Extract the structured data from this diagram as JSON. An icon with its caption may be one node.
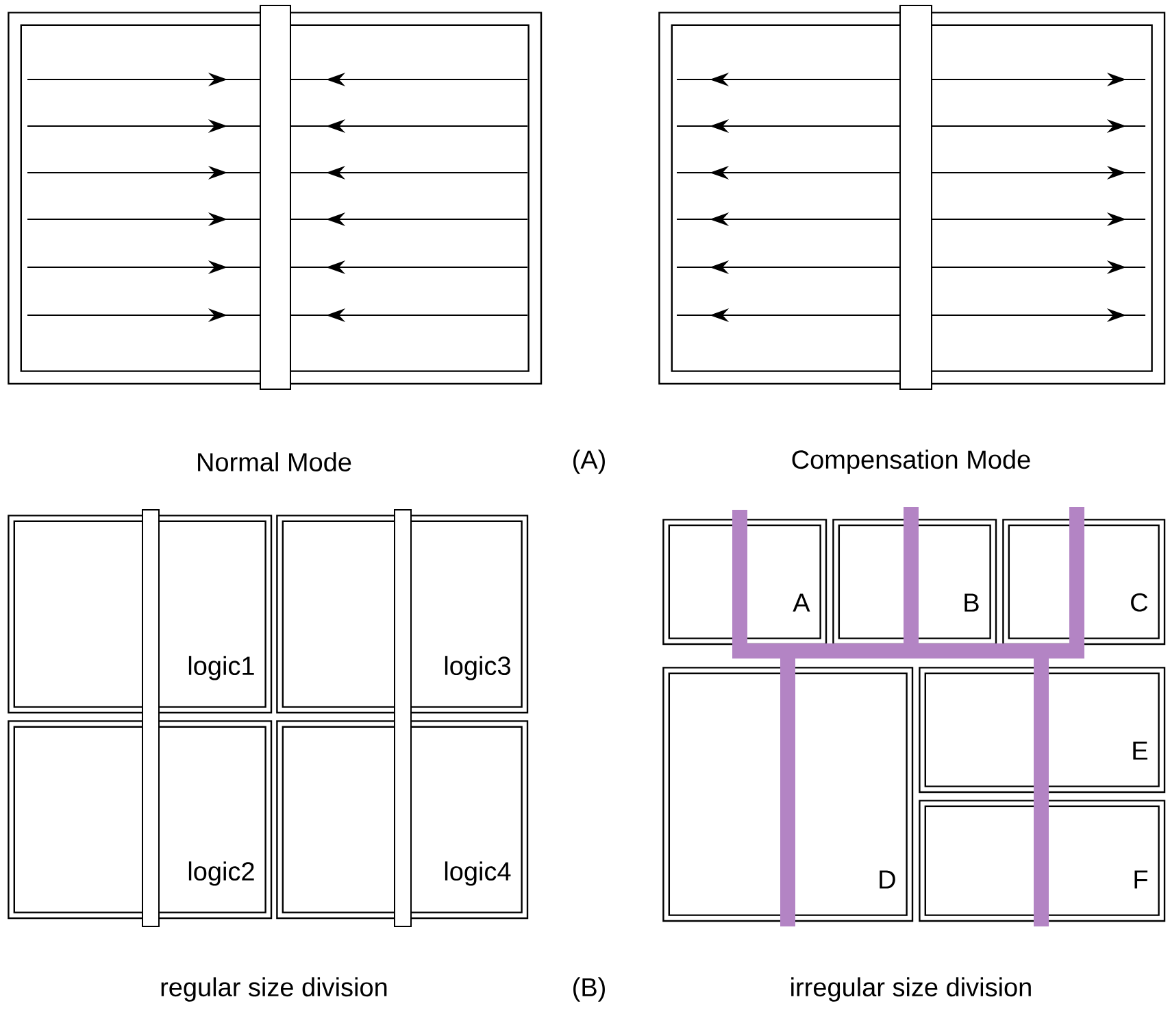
{
  "diagram": {
    "nodes": [
      {
        "text": [],
        "shape": "box"
      },
      {
        "text": [],
        "shape": "box"
      },
      {
        "text": [
          "logic1"
        ]
      },
      {
        "text": [
          "logic3"
        ]
      },
      {
        "text": [
          "logic2"
        ]
      },
      {
        "text": [
          "logic4"
        ]
      },
      {
        "text": [
          "A"
        ]
      },
      {
        "text": [
          "B"
        ]
      },
      {
        "text": [
          "C"
        ]
      },
      {
        "text": [
          "D"
        ]
      },
      {
        "text": [
          "E"
        ]
      },
      {
        "text": [
          "F"
        ]
      },
      {
        "text": [],
        "shape": "bar"
      },
      {
        "text": [],
        "shape": "bar"
      },
      {
        "text": [],
        "shape": "bar"
      },
      {
        "text": [],
        "shape": "bar"
      }
    ],
    "labels": [
      "Normal Mode",
      "(A)",
      "Compensation Mode",
      "regular size division",
      "(B)",
      "irregular size division"
    ]
  }
}
